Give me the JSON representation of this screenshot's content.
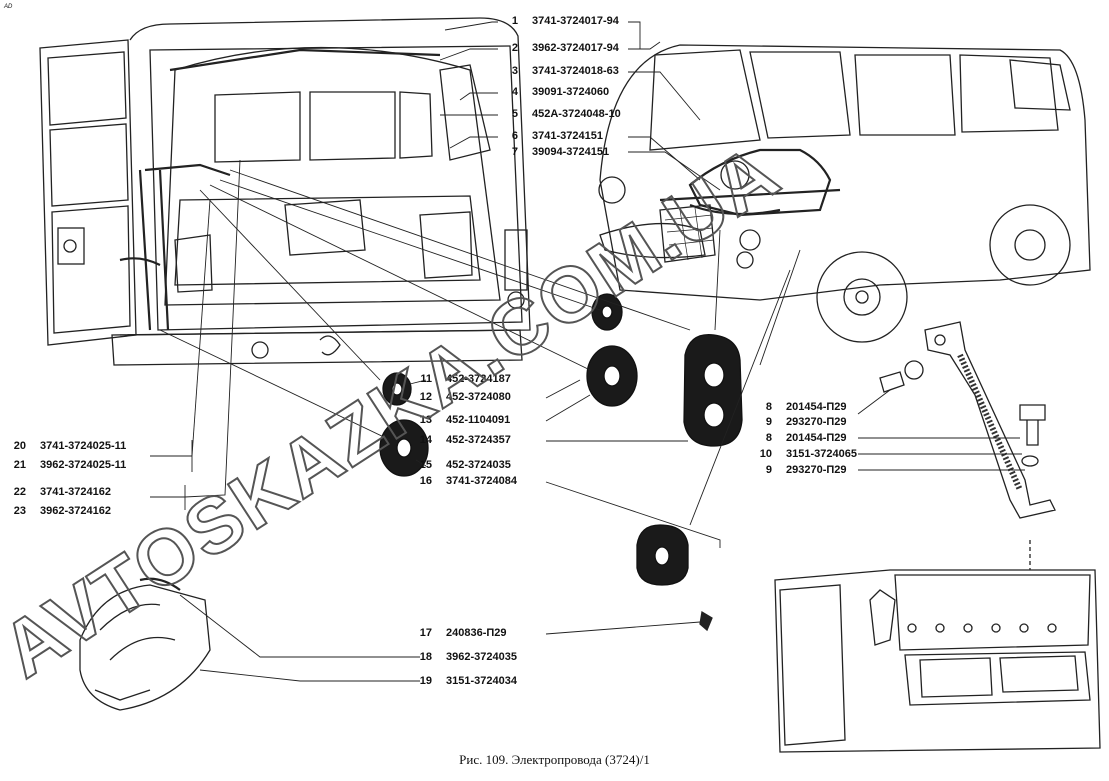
{
  "corner_mark": "AD",
  "caption": "Рис. 109. Электропровода (3724)/1",
  "watermark": "AVTOSKAZKA.COM.UA",
  "callouts": [
    {
      "num": "1",
      "part": "3741-3724017-94"
    },
    {
      "num": "2",
      "part": "3962-3724017-94"
    },
    {
      "num": "3",
      "part": "3741-3724018-63"
    },
    {
      "num": "4",
      "part": "39091-3724060"
    },
    {
      "num": "5",
      "part": "452А-3724048-10"
    },
    {
      "num": "6",
      "part": "3741-3724151"
    },
    {
      "num": "7",
      "part": "39094-3724151"
    },
    {
      "num": "11",
      "part": "452-3724187"
    },
    {
      "num": "12",
      "part": "452-3724080"
    },
    {
      "num": "13",
      "part": "452-1104091"
    },
    {
      "num": "14",
      "part": "452-3724357"
    },
    {
      "num": "15",
      "part": "452-3724035"
    },
    {
      "num": "16",
      "part": "3741-3724084"
    },
    {
      "num": "8",
      "part": "201454-П29"
    },
    {
      "num": "9",
      "part": "293270-П29"
    },
    {
      "num": "8",
      "part": "201454-П29"
    },
    {
      "num": "10",
      "part": "3151-3724065"
    },
    {
      "num": "9",
      "part": "293270-П29"
    },
    {
      "num": "20",
      "part": "3741-3724025-11"
    },
    {
      "num": "21",
      "part": "3962-3724025-11"
    },
    {
      "num": "22",
      "part": "3741-3724162"
    },
    {
      "num": "23",
      "part": "3962-3724162"
    },
    {
      "num": "17",
      "part": "240836-П29"
    },
    {
      "num": "18",
      "part": "3962-3724035"
    },
    {
      "num": "19",
      "part": "3151-3724034"
    }
  ]
}
